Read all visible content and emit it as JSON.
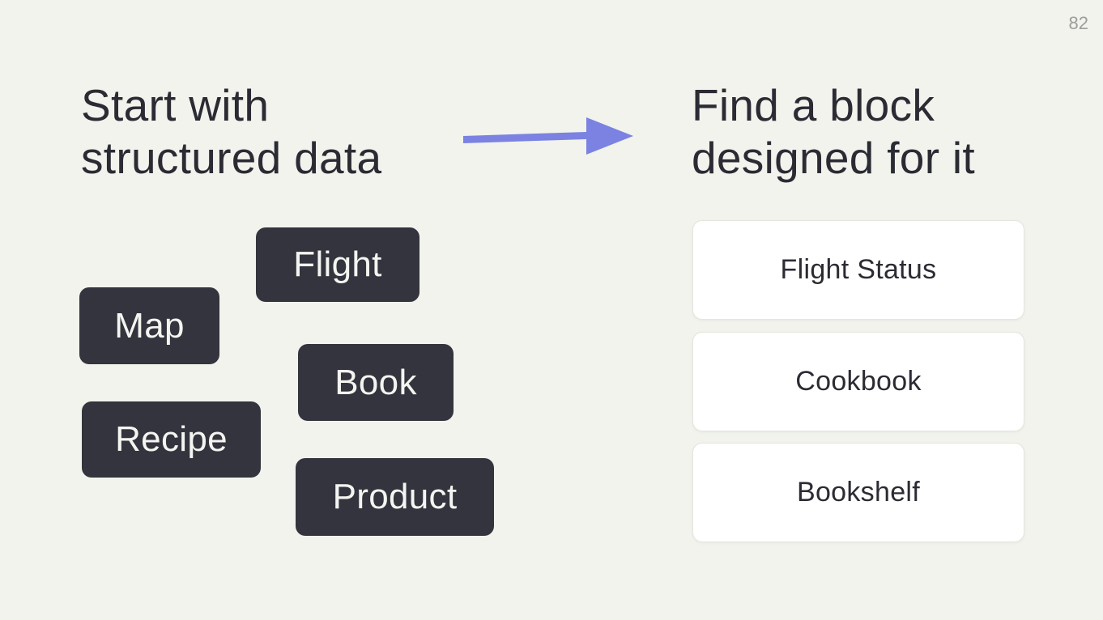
{
  "slide": {
    "page_number": "82",
    "left_heading": [
      "Start with",
      "structured data"
    ],
    "right_heading": [
      "Find a block",
      "designed for it"
    ],
    "tags": [
      "Flight",
      "Map",
      "Book",
      "Recipe",
      "Product"
    ],
    "cards": [
      "Flight Status",
      "Cookbook",
      "Bookshelf"
    ],
    "arrow": {
      "icon": "right-arrow",
      "color": "#7b82e1"
    },
    "colors": {
      "background": "#f1f3ec",
      "heading_text": "#2b2b34",
      "tag_background": "#34343e",
      "tag_text": "#f4f4f1",
      "card_background": "#ffffff",
      "card_border": "#e4e6df",
      "card_text": "#2b2b34",
      "arrow": "#7b82e1",
      "page_number_text": "#9d9d9b"
    }
  }
}
